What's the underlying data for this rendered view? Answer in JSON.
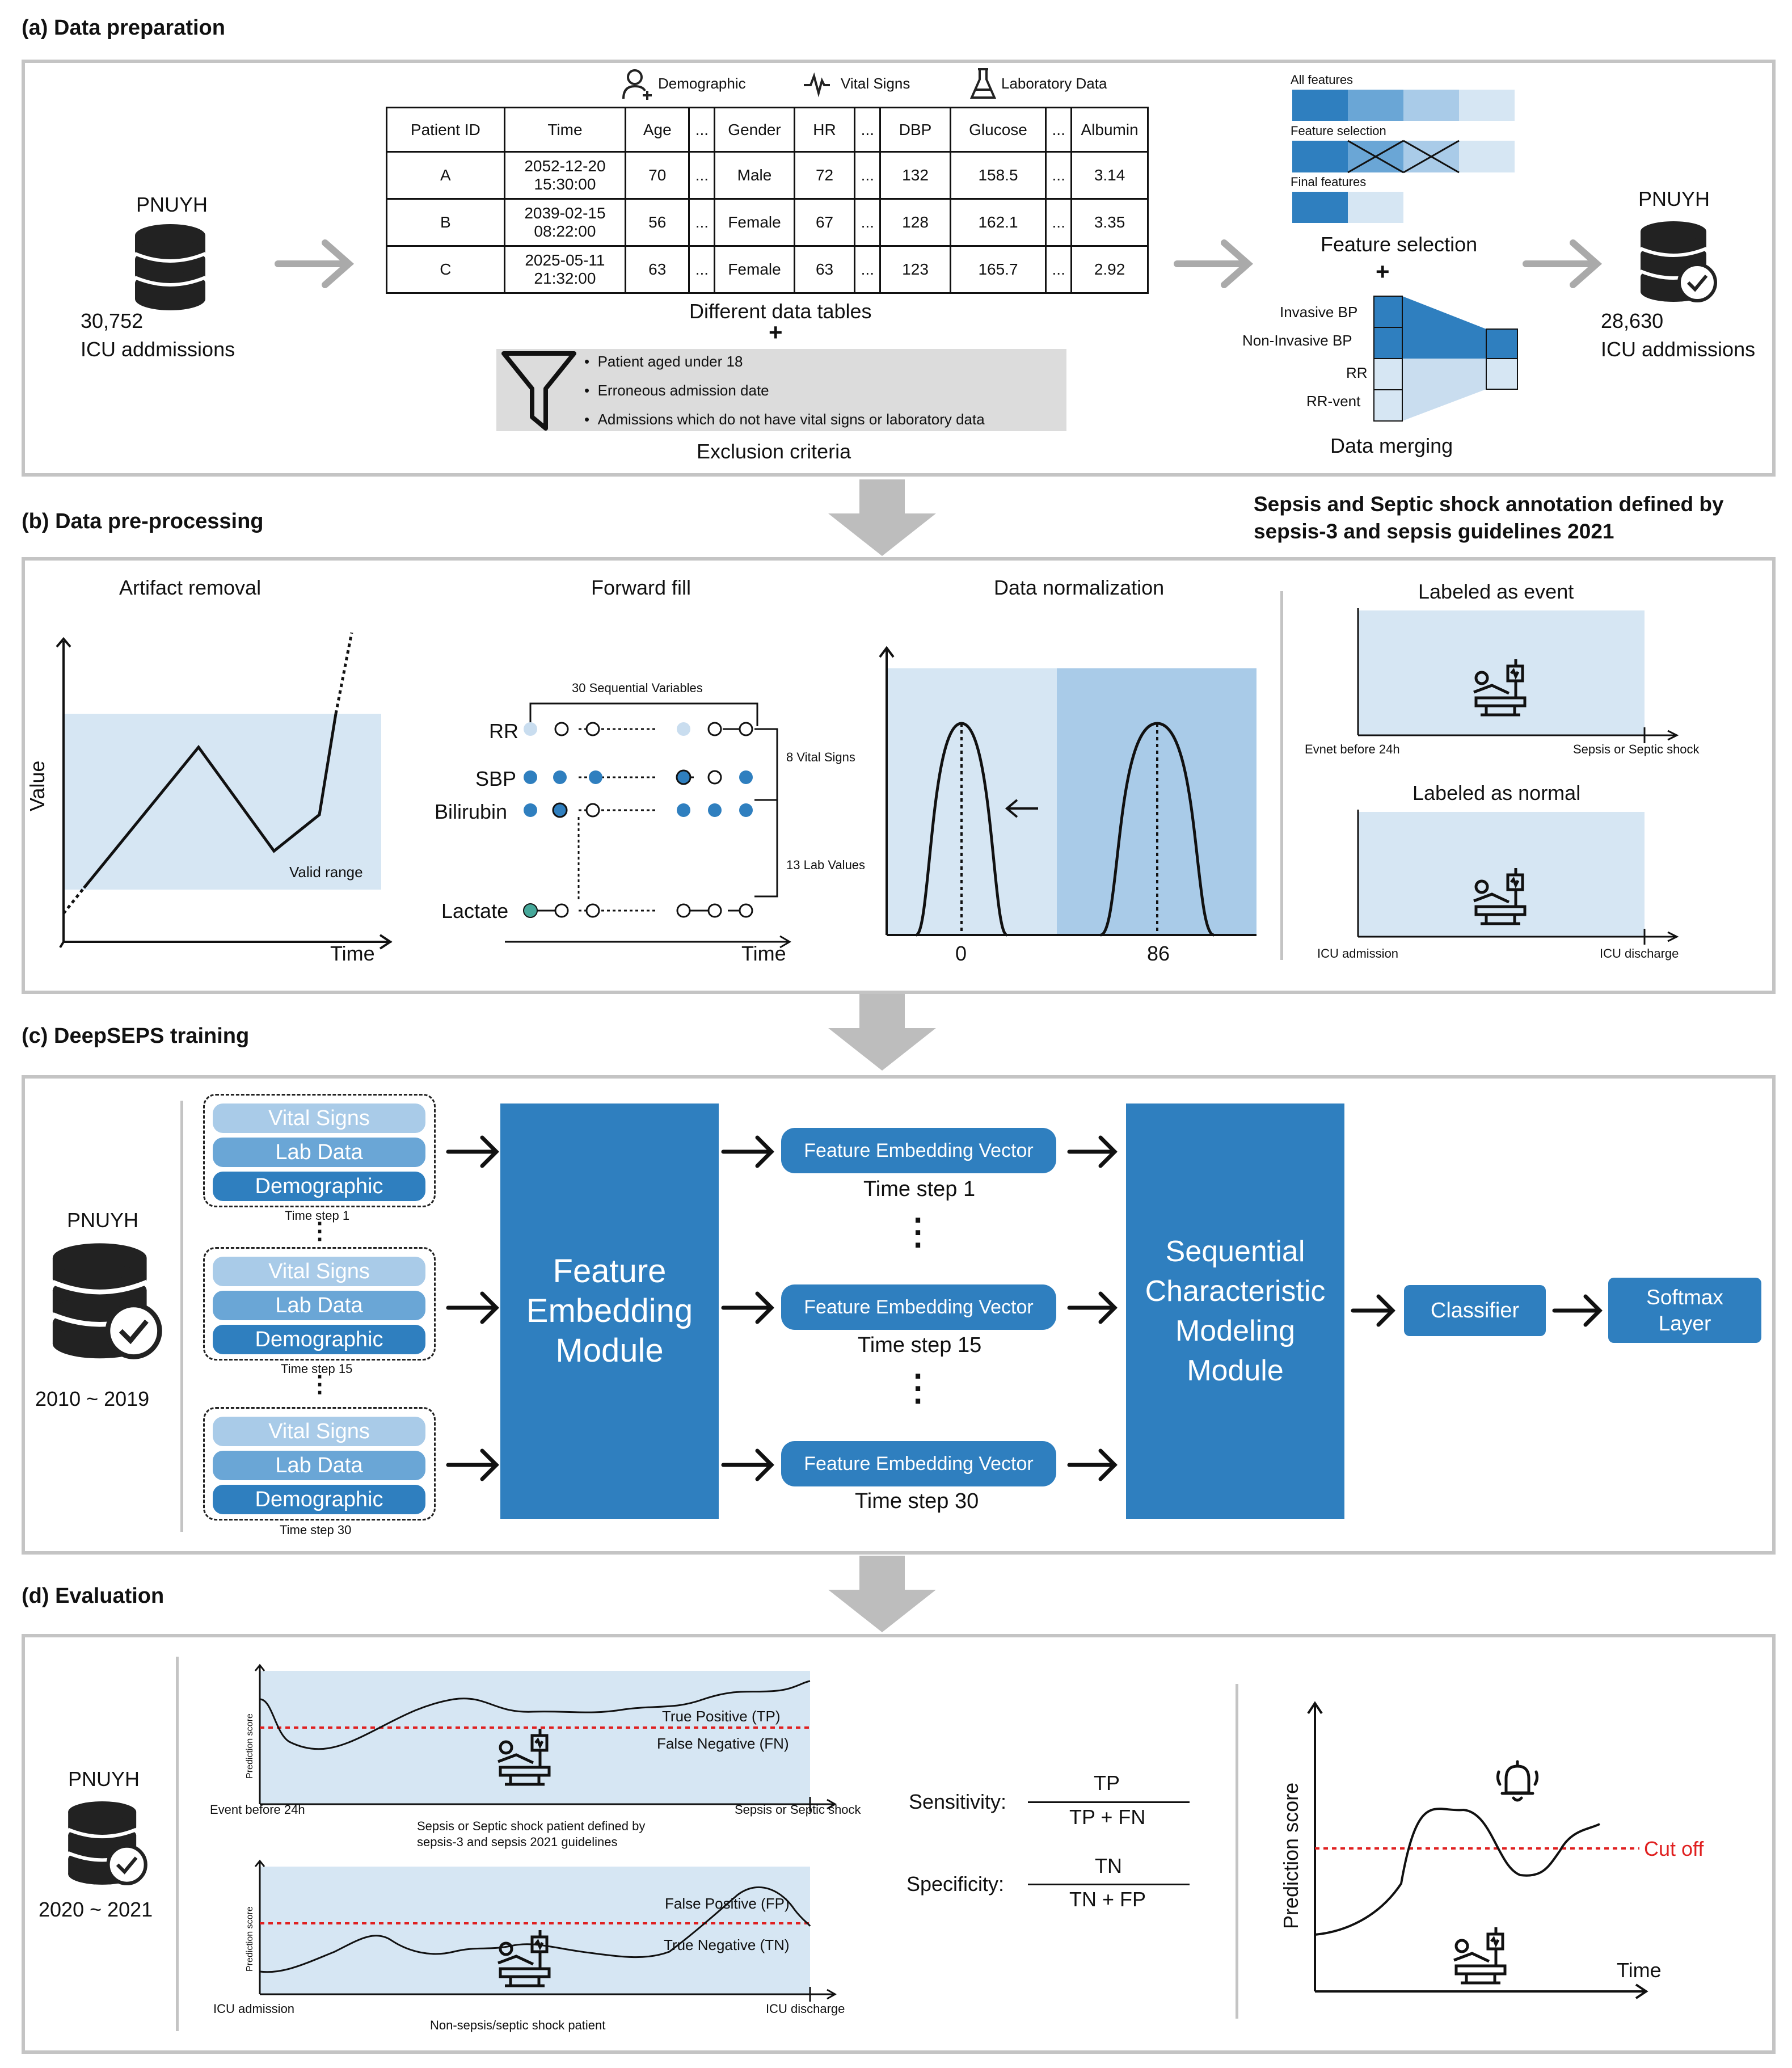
{
  "a": {
    "title": "(a) Data preparation",
    "source": {
      "name": "PNUYH",
      "count": "30,752",
      "unit": "ICU addmissions"
    },
    "legend": {
      "demographic": "Demographic",
      "vital": "Vital Signs",
      "lab": "Laboratory Data"
    },
    "table": {
      "headers": [
        "Patient ID",
        "Time",
        "Age",
        "...",
        "Gender",
        "HR",
        "...",
        "DBP",
        "Glucose",
        "...",
        "Albumin"
      ],
      "rows": [
        [
          "A",
          "2052-12-20 15:30:00",
          "70",
          "...",
          "Male",
          "72",
          "...",
          "132",
          "158.5",
          "...",
          "3.14"
        ],
        [
          "B",
          "2039-02-15 08:22:00",
          "56",
          "...",
          "Female",
          "67",
          "...",
          "128",
          "162.1",
          "...",
          "3.35"
        ],
        [
          "C",
          "2025-05-11 21:32:00",
          "63",
          "...",
          "Female",
          "63",
          "...",
          "123",
          "165.7",
          "...",
          "2.92"
        ]
      ],
      "caption": "Different data tables"
    },
    "plus": "+",
    "exclusion": {
      "items": [
        "Patient aged under 18",
        "Erroneous admission date",
        "Admissions which do not have vital signs or laboratory data"
      ],
      "caption": "Exclusion criteria"
    },
    "feature_selection": {
      "all": "All features",
      "sel": "Feature selection",
      "final": "Final features",
      "caption": "Feature selection"
    },
    "merging": {
      "labels": [
        "Invasive BP",
        "Non-Invasive BP",
        "RR",
        "RR-vent"
      ],
      "caption": "Data merging"
    },
    "result": {
      "name": "PNUYH",
      "count": "28,630",
      "unit": "ICU addmissions"
    }
  },
  "b": {
    "title": "(b) Data pre-processing",
    "annotation_title": "Sepsis and Septic shock annotation defined by sepsis-3 and sepsis guidelines 2021",
    "artifact": {
      "title": "Artifact removal",
      "ylabel": "Value",
      "xlabel": "Time",
      "range": "Valid range"
    },
    "ffill": {
      "title": "Forward fill",
      "top": "30 Sequential Variables",
      "vars": [
        "RR",
        "SBP",
        "Bilirubin",
        "Lactate"
      ],
      "vital": "8 Vital Signs",
      "lab": "13 Lab Values",
      "xlabel": "Time"
    },
    "norm": {
      "title": "Data normalization",
      "t0": "0",
      "t1": "86"
    },
    "event": {
      "title": "Labeled as event",
      "left": "Evnet before 24h",
      "right": "Sepsis or Septic shock"
    },
    "normal": {
      "title": "Labeled as normal",
      "left": "ICU admission",
      "right": "ICU discharge"
    }
  },
  "c": {
    "title": "(c) DeepSEPS training",
    "source": {
      "name": "PNUYH",
      "years": "2010 ~ 2019"
    },
    "inputs": {
      "vital": "Vital Signs",
      "lab": "Lab Data",
      "demo": "Demographic"
    },
    "steps": [
      "Time step 1",
      "Time step 15",
      "Time step 30"
    ],
    "fem": "Feature Embedding Module",
    "vector": "Feature Embedding Vector",
    "scm": "Sequential Characteristic Modeling Module",
    "classifier": "Classifier",
    "softmax": "Softmax Layer"
  },
  "d": {
    "title": "(d) Evaluation",
    "source": {
      "name": "PNUYH",
      "years": "2020 ~ 2021"
    },
    "top": {
      "ylabel": "Prediction score",
      "tp": "True Positive (TP)",
      "fn": "False Negative (FN)",
      "left": "Event before 24h",
      "right": "Sepsis or Septic shock",
      "caption": "Sepsis or Septic shock patient defined by sepsis-3 and sepsis 2021 guidelines"
    },
    "bottom": {
      "ylabel": "Prediction score",
      "fp": "False Positive (FP)",
      "tn": "True Negative (TN)",
      "left": "ICU admission",
      "right": "ICU discharge",
      "caption": "Non-sepsis/septic shock patient"
    },
    "sens": {
      "label": "Sensitivity:",
      "num": "TP",
      "den": "TP + FN"
    },
    "spec": {
      "label": "Specificity:",
      "num": "TN",
      "den": "TN + FP"
    },
    "alarm": {
      "ylabel": "Prediction score",
      "xlabel": "Time",
      "cutoff": "Cut off"
    }
  },
  "colors": {
    "blue": "#2f7fbf",
    "mid": "#6aa6d6",
    "light": "#a9cbe8",
    "pale": "#d6e6f3",
    "grey": "#c4c4c4",
    "cutoff": "#e02020"
  },
  "icons": [
    "database-icon",
    "database-check-icon",
    "patient-bed-icon",
    "alarm-bell-icon",
    "funnel-icon",
    "flask-icon",
    "heartbeat-icon",
    "person-plus-icon"
  ]
}
